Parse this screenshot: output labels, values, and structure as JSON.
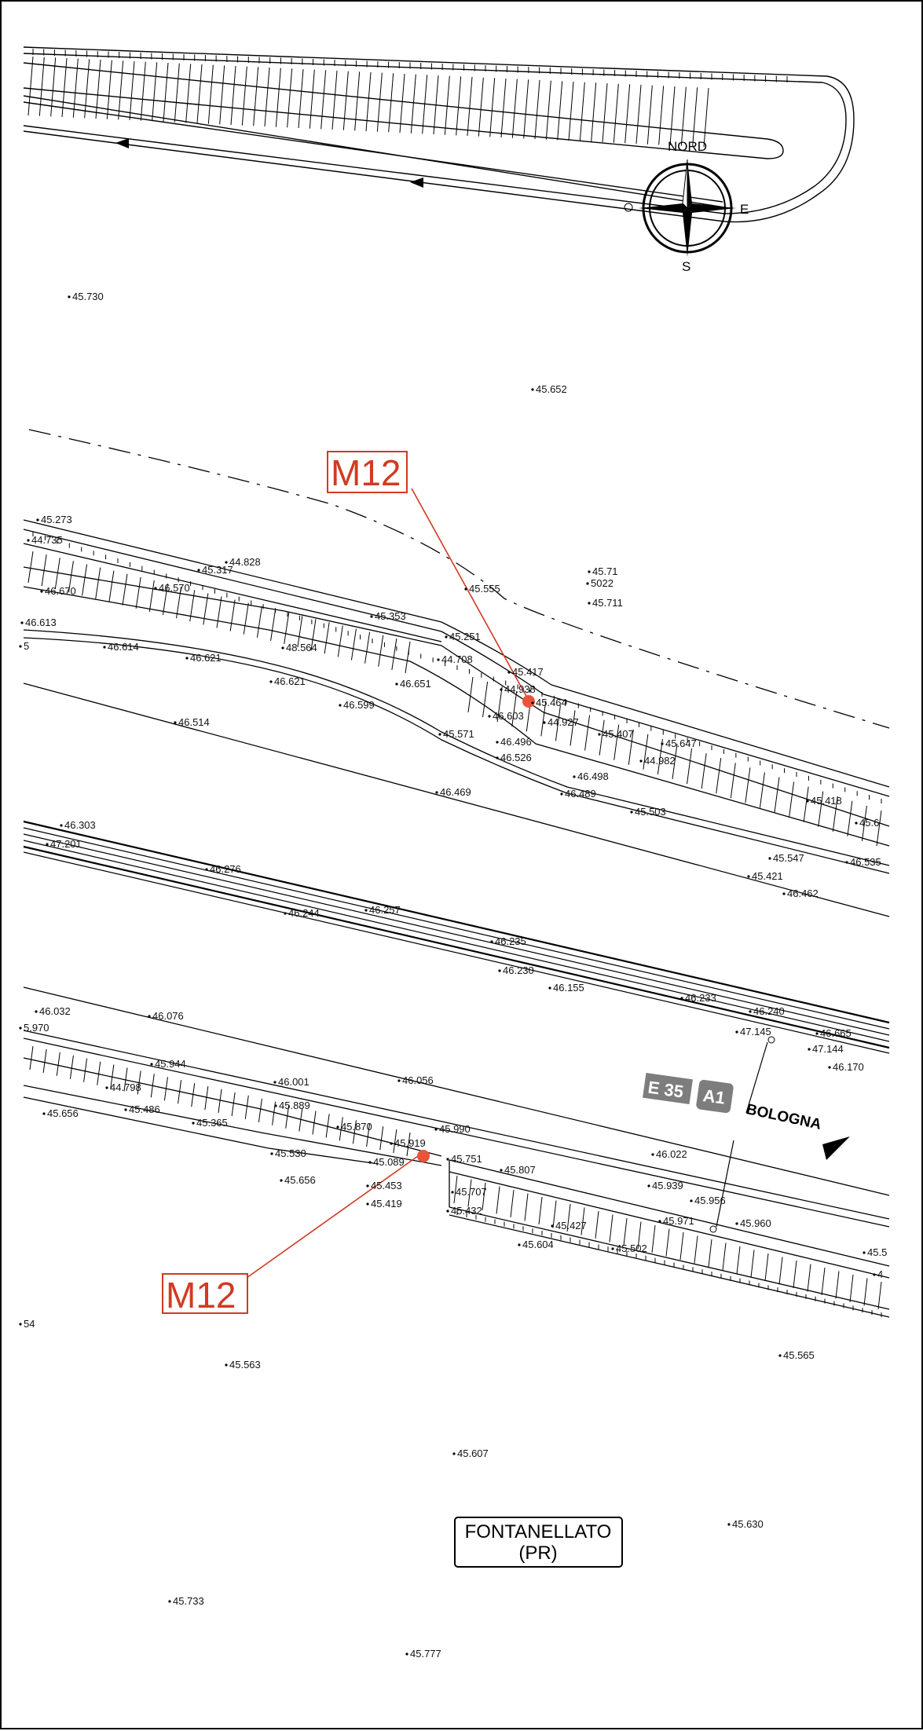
{
  "compass": {
    "north": "NORD",
    "south": "S",
    "east": "E",
    "west": "O"
  },
  "markers": [
    {
      "label": "M12"
    },
    {
      "label": "M12"
    }
  ],
  "place": {
    "line1": "FONTANELLATO",
    "line2": "(PR)"
  },
  "road_sign": {
    "route_e": "E 35",
    "route_a": "A1",
    "direction": "BOLOGNA"
  },
  "colors": {
    "marker": "#d23a22",
    "lines": "#000000",
    "sign_gray": "#7d7d7d"
  },
  "elevations": [
    "45.730",
    "45.652",
    "45.273",
    "44.735",
    "45.317",
    "44.828",
    "46.670",
    "46.570",
    "48.564",
    "45.353",
    "45.555",
    "45.251",
    "44.708",
    "45.417",
    "44.938",
    "45.464",
    "44.927",
    "45.407",
    "45.647",
    "44.982",
    "45.418",
    "45.71",
    "5022",
    "45.711",
    "46.613",
    "46.614",
    "46.621",
    "46.621",
    "46.599",
    "46.651",
    "46.603",
    "45.571",
    "46.496",
    "46.526",
    "46.498",
    "46.489",
    "45.503",
    "46.514",
    "46.469",
    "45.547",
    "45.421",
    "46.462",
    "46.535",
    "45.6",
    "46.303",
    "47.201",
    "46.276",
    "46.244",
    "46.257",
    "46.235",
    "46.230",
    "46.155",
    "46.233",
    "46.240",
    "46.665",
    "47.145",
    "47.144",
    "46.170",
    "46.032",
    "5.970",
    "46.076",
    "45.944",
    "44.798",
    "45.486",
    "45.656",
    "46.001",
    "45.889",
    "45.365",
    "45.870",
    "45.530",
    "45.919",
    "45.089",
    "45.656",
    "45.453",
    "45.419",
    "46.056",
    "45.990",
    "45.751",
    "45.807",
    "45.707",
    "45.432",
    "45.427",
    "45.604",
    "45.502",
    "46.022",
    "45.939",
    "45.956",
    "45.971",
    "45.960",
    "45.5",
    "4",
    "54",
    "45.563",
    "45.565",
    "45.607",
    "45.630",
    "45.733",
    "45.777",
    "5"
  ]
}
